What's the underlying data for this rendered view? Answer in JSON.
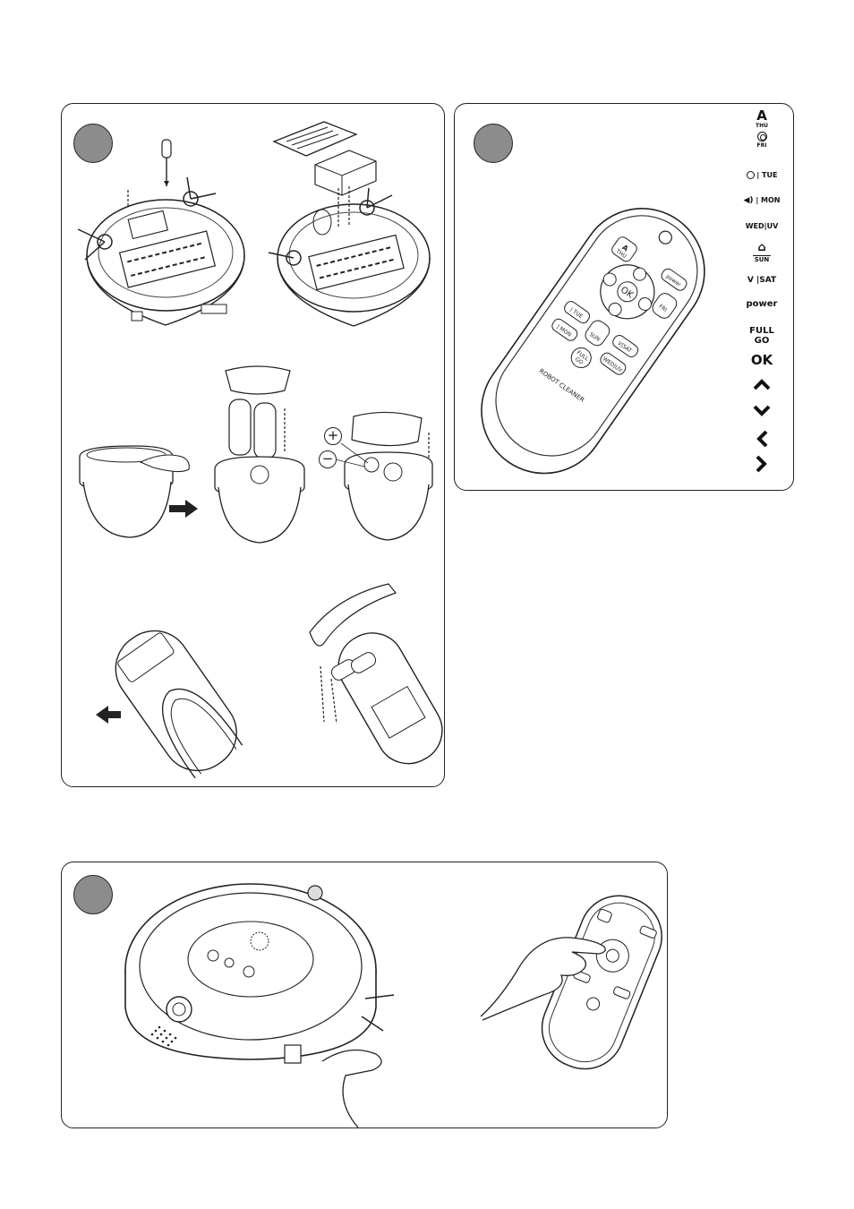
{
  "legend": {
    "thu_fri": {
      "letter": "A",
      "top": "THU",
      "bottom": "FRI"
    },
    "timer_tue": "| TUE",
    "vol_mon": "| MON",
    "wed_uv": "WED|UV",
    "sun": "SUN",
    "v_sat": "V |SAT",
    "power": "power",
    "full_go": "FULL\nGO",
    "full": "FULL",
    "go": "GO",
    "ok": "OK"
  },
  "remote": {
    "brand_text": "ROBOT CLEANER",
    "power_label": "power",
    "ok_label": "OK",
    "thu_label": "THU",
    "fri_label": "FRI",
    "tue_label": "| TUE",
    "mon_label": "| MON",
    "sun_label": "SUN",
    "vsat_label": "V|SAT",
    "full_label": "FULL",
    "go_label": "GO",
    "weduv_label": "WED|UV"
  },
  "icons": {
    "plus": "+",
    "minus": "−"
  }
}
